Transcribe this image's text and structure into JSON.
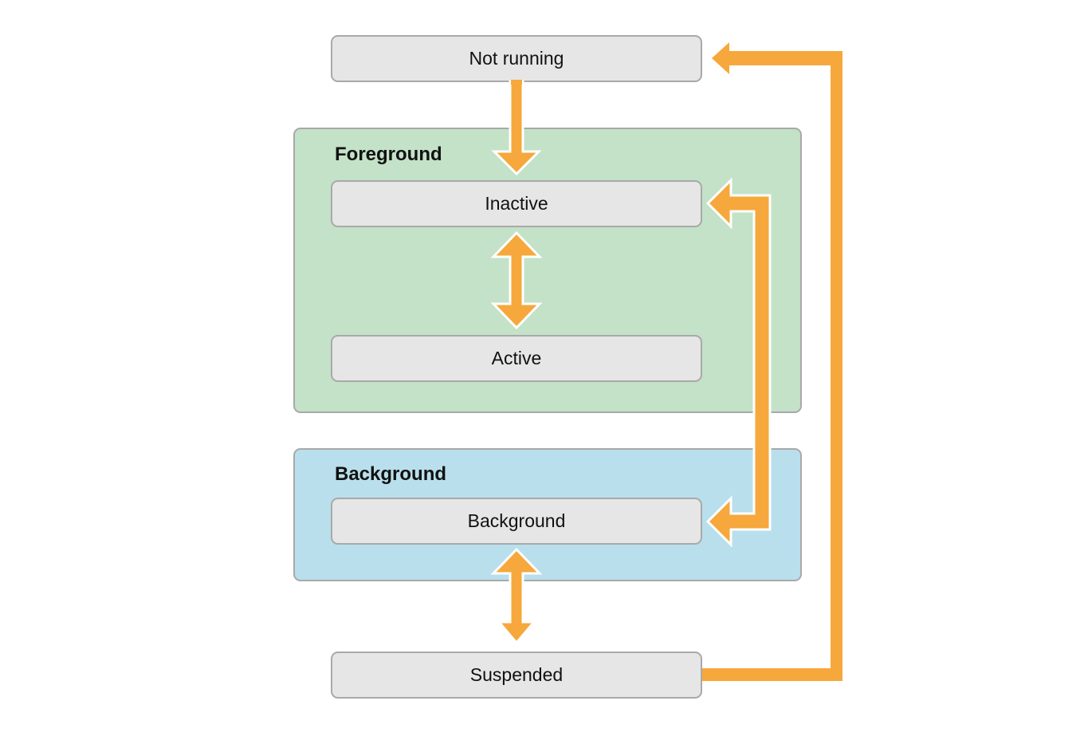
{
  "colors": {
    "foreground_fill": "#c3e2c8",
    "background_fill": "#b9dfec",
    "state_fill": "#e6e6e6",
    "border": "#a9a9a9",
    "arrow": "#f6a83c",
    "arrow_outline": "#ffffff"
  },
  "states": {
    "not_running": "Not running",
    "inactive": "Inactive",
    "active": "Active",
    "background": "Background",
    "suspended": "Suspended"
  },
  "groups": {
    "foreground": "Foreground",
    "background": "Background"
  }
}
